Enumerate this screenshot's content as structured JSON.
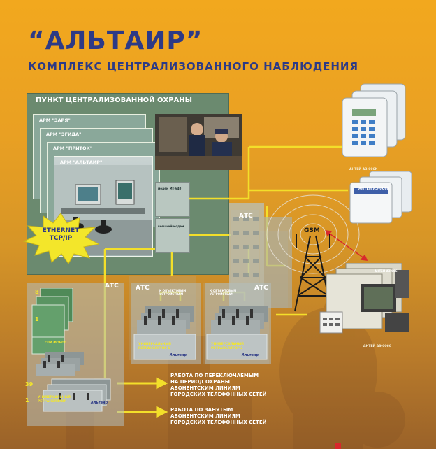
{
  "header": {
    "title": "“АЛЬТАИР”",
    "subtitle": "КОМПЛЕКС ЦЕНТРАЛИЗОВАННОГО НАБЛЮДЕНИЯ"
  },
  "central_post": {
    "title": "ПУНКТ ЦЕНТРАЛИЗОВАННОЙ ОХРАНЫ",
    "workstations": [
      "АРМ \"ЗАРЯ\"",
      "АРМ \"ЭГИДА\"",
      "АРМ \"ПРИТОК\"",
      "АРМ \"АЛЬТАИР\""
    ],
    "modem_mt": "модем МТ-640",
    "external_modem": "внешний модем",
    "network": [
      "ETHERNET",
      "TCP/IP"
    ]
  },
  "devices": {
    "antey_top": "АНТЕЙ АЗ-006К",
    "antey_mid": "АНТЕЙ АЗ-006К",
    "antey_panel": "АНТЕЙ АЗ-006",
    "antey_bottom": "АНТЕЙ АЗ-006G",
    "gsm": "GSM",
    "spi": "СПИ ФОБОС",
    "univ_rep_1": [
      "УНИВЕРСАЛЬНЫЙ",
      "РЕТРАНСЛЯТОР 1"
    ],
    "univ_rep_2": [
      "УНИВЕРСАЛЬНЫЙ",
      "РЕТРАНСЛЯТОР 2"
    ],
    "univ_rep_left": [
      "УНИВЕРСАЛЬНЫЙ",
      "РЕТРАНСЛЯТОР"
    ],
    "brand": "Альтаир",
    "to_objects": [
      "К ОБЪЕКТОВЫМ",
      "УСТРОЙСТВАМ"
    ],
    "num_8": "8",
    "num_1": "1",
    "num_39": "39",
    "num_1b": "1"
  },
  "ats_labels": [
    "АТС",
    "АТС",
    "АТС",
    "АТС"
  ],
  "notes": {
    "switched": [
      "РАБОТА ПО ПЕРЕКЛЮЧАЕМЫМ",
      "НА ПЕРИОД ОХРАНЫ",
      "АБОНЕНТСКИМ ЛИНИЯМ",
      "ГОРОДСКИХ ТЕЛЕФОННЫХ СЕТЕЙ"
    ],
    "busy": [
      "РАБОТА ПО ЗАНЯТЫМ",
      "АБОНЕНТСКИМ ЛИНИЯМ",
      "ГОРОДСКИХ ТЕЛЕФОННЫХ СЕТЕЙ"
    ]
  },
  "colors": {
    "accent": "#2d3a86",
    "line": "#f3df2a",
    "panel": "#5f8268",
    "burst": "#f3e62a"
  }
}
